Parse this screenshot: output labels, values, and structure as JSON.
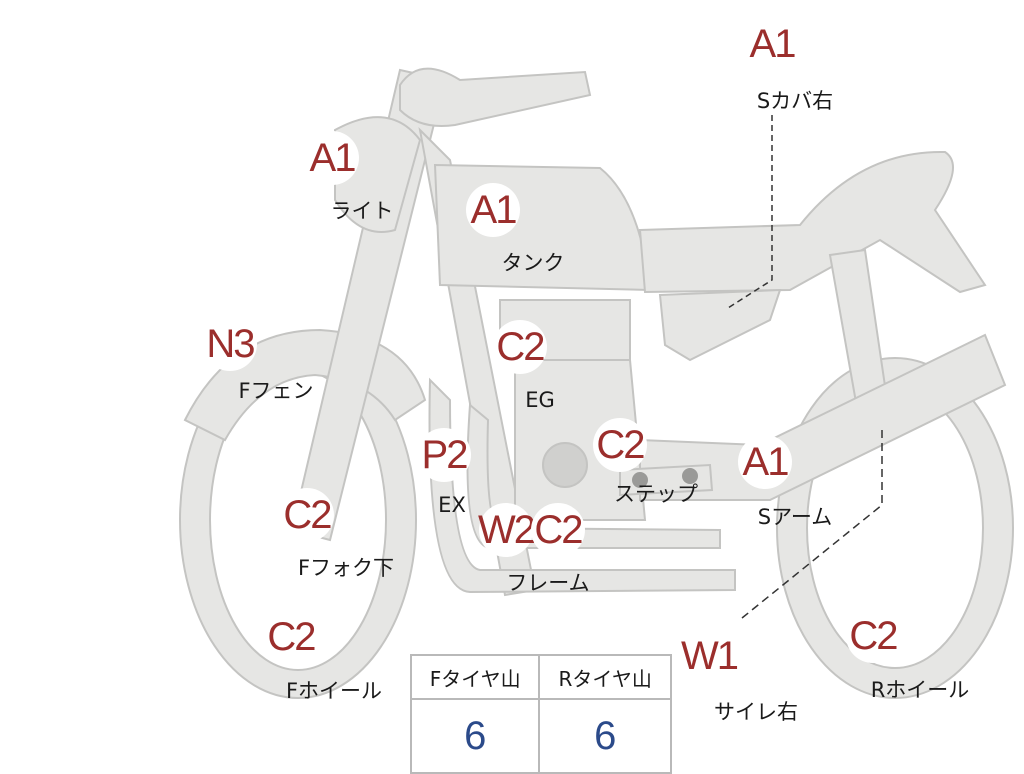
{
  "parts": {
    "light": {
      "grade": "A1",
      "label": "ライト"
    },
    "tank": {
      "grade": "A1",
      "label": "タンク"
    },
    "s_cover_right": {
      "grade": "A1",
      "label": "Sカバ右"
    },
    "f_fender": {
      "grade": "N3",
      "label": "Fフェン"
    },
    "engine": {
      "grade": "C2",
      "label": "EG"
    },
    "exhaust": {
      "grade": "P2",
      "label": "EX"
    },
    "step": {
      "grade": "C2",
      "label": "ステップ"
    },
    "s_arm": {
      "grade": "A1",
      "label": "Sアーム"
    },
    "f_fork_lower": {
      "grade": "C2",
      "label": "Fフォク下"
    },
    "frame": {
      "grade_1": "W2",
      "grade_2": "C2",
      "label": "フレーム"
    },
    "f_wheel": {
      "grade": "C2",
      "label": "Fホイール"
    },
    "silencer_right": {
      "grade": "W1",
      "label": "サイレ右"
    },
    "r_wheel": {
      "grade": "C2",
      "label": "Rホイール"
    }
  },
  "tire_table": {
    "headers": [
      "Fタイヤ山",
      "Rタイヤ山"
    ],
    "values": [
      "6",
      "6"
    ]
  }
}
